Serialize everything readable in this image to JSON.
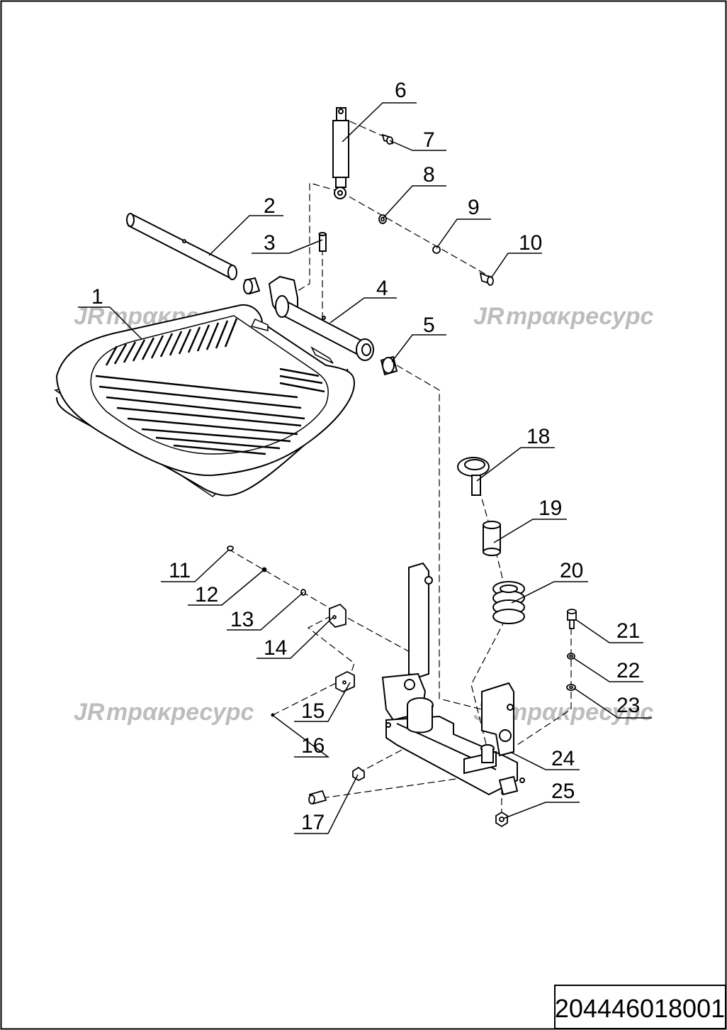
{
  "drawing": {
    "part_number": "204446018001",
    "watermark": "трακресурс",
    "watermark_logo": "JR",
    "callouts": [
      "1",
      "2",
      "3",
      "4",
      "5",
      "6",
      "7",
      "8",
      "9",
      "10",
      "11",
      "12",
      "13",
      "14",
      "15",
      "16",
      "17",
      "18",
      "19",
      "20",
      "21",
      "22",
      "23",
      "24",
      "25"
    ]
  }
}
